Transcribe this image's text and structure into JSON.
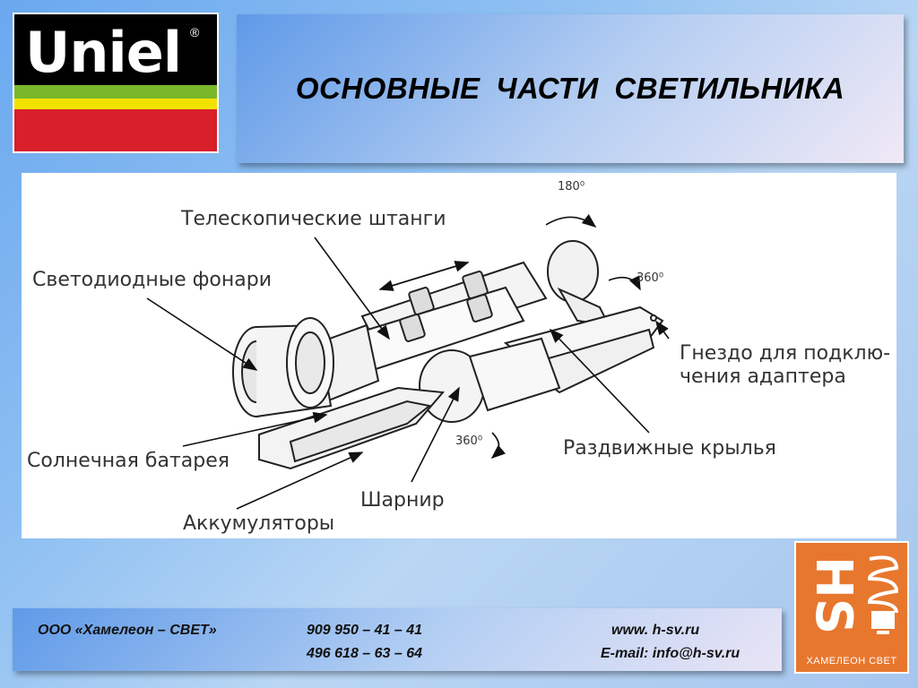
{
  "logo": {
    "word": "Uniel",
    "reg": "®"
  },
  "title": "ОСНОВНЫЕ  ЧАСТИ  СВЕТИЛЬНИКА",
  "diagram": {
    "labels": {
      "telescopic": "Телескопические штанги",
      "led": "Светодиодные фонари",
      "socket_line1": "Гнездо для подклю-",
      "socket_line2": "чения адаптера",
      "solar": "Солнечная батарея",
      "wings": "Раздвижные крылья",
      "hinge": "Шарнир",
      "batteries": "Аккумуляторы"
    },
    "angles": {
      "a180": "180⁰",
      "a360_top": "360⁰",
      "a360_bottom": "360⁰"
    }
  },
  "footer": {
    "company": "ООО «Хамелеон – СВЕТ»",
    "phone1": "909  950 – 41 – 41",
    "phone2": "496  618 – 63 – 64",
    "web": "www. h-sv.ru",
    "email": "E-mail: info@h-sv.ru"
  },
  "partner_logo": {
    "mark": "HS",
    "name": "ХАМЕЛЕОН СВЕТ"
  },
  "colors": {
    "uniel_red": "#d81f2a",
    "uniel_green": "#78b82a",
    "uniel_yellow": "#f2e200",
    "hs_orange": "#e8772e"
  }
}
